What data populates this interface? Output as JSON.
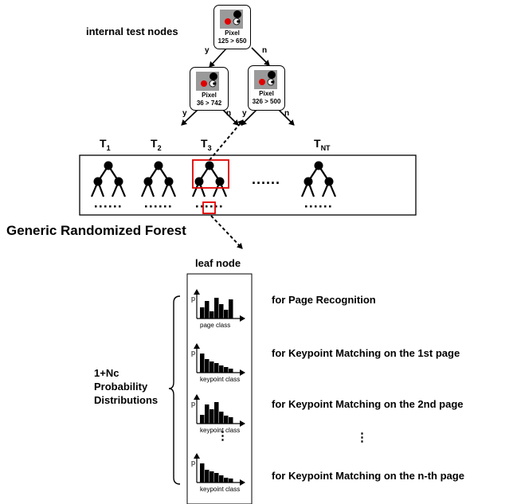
{
  "top_label": "internal test nodes",
  "nodes": [
    {
      "title": "Pixel",
      "test": "125 > 650"
    },
    {
      "title": "Pixel",
      "test": "36 > 742"
    },
    {
      "title": "Pixel",
      "test": "326 > 500"
    }
  ],
  "edge_labels": {
    "yes": "y",
    "no": "n"
  },
  "trees": [
    {
      "main": "T",
      "sub": "1"
    },
    {
      "main": "T",
      "sub": "2"
    },
    {
      "main": "T",
      "sub": "3"
    },
    {
      "main": "T",
      "sub": "NT"
    }
  ],
  "ellipsis_h": "......",
  "forest_label": "Generic Randomized Forest",
  "leaf_label": "leaf node",
  "distribution_label": [
    "1+Nc",
    "Probability",
    "Distributions"
  ],
  "histograms": [
    {
      "axis": "p",
      "xlabel": "page class"
    },
    {
      "axis": "p",
      "xlabel": "keypoint class"
    },
    {
      "axis": "p",
      "xlabel": "keypoint class"
    },
    {
      "axis": "p",
      "xlabel": "keypoint class"
    }
  ],
  "vertical_ellipsis": "⋮",
  "purposes": [
    "for Page Recognition",
    "for Keypoint Matching on the  1st page",
    "for Keypoint Matching on the  2nd page",
    "for Keypoint Matching on the  n-th page"
  ],
  "colors": {
    "highlight": "#e00000",
    "node_fill": "#9a9a9a",
    "ink": "#000000"
  }
}
